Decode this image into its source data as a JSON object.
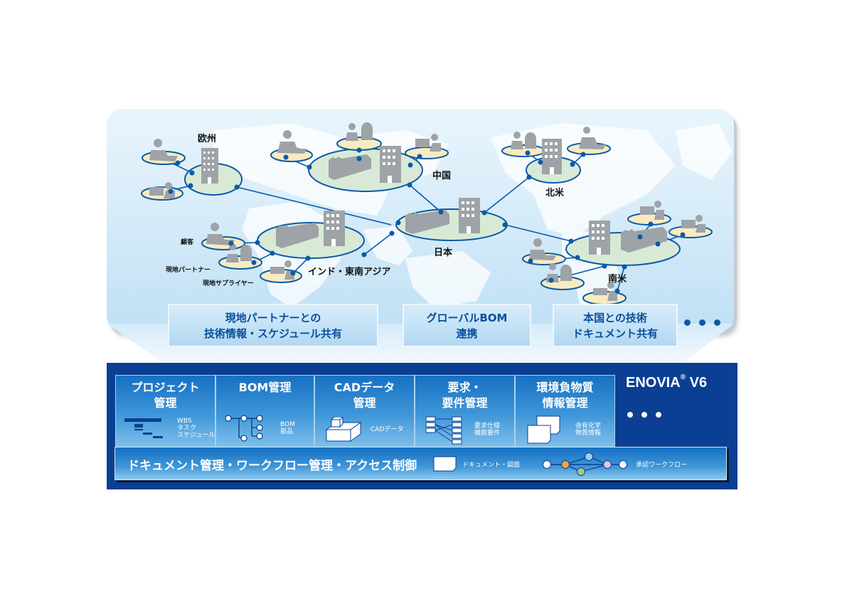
{
  "map": {
    "regions": [
      {
        "id": "europe",
        "label": "欧州"
      },
      {
        "id": "china",
        "label": "中国"
      },
      {
        "id": "north_america",
        "label": "北米"
      },
      {
        "id": "japan",
        "label": "日本"
      },
      {
        "id": "india_sea",
        "label": "インド・東南アジア"
      },
      {
        "id": "south_america",
        "label": "南米"
      }
    ],
    "node_labels": {
      "customer": "顧客",
      "local_partner": "現地パートナー",
      "local_supplier": "現地サプライヤー"
    },
    "colors": {
      "network_line": "#0a5aa8",
      "hub_fill": "#d8ead6",
      "satellite_fill": "#f8ebc0",
      "building": "#9ea3a8"
    }
  },
  "callouts": [
    {
      "lines": [
        "現地パートナーとの",
        "技術情報・スケジュール共有"
      ]
    },
    {
      "lines": [
        "グローバルBOM",
        "連携"
      ]
    },
    {
      "lines": [
        "本国との技術",
        "ドキュメント共有"
      ]
    }
  ],
  "callouts_more_color": "#0a5aa8",
  "enovia": {
    "brand": "ENOVIA",
    "brand_mark": "®",
    "brand_version": "V6",
    "modules": [
      {
        "title": [
          "プロジェクト",
          "管理"
        ],
        "caption": [
          "WBS",
          "タスク",
          "スケジュール"
        ],
        "icon": "gantt-icon"
      },
      {
        "title": [
          "BOM管理"
        ],
        "caption": [
          "BOM",
          "部品"
        ],
        "icon": "bom-tree-icon"
      },
      {
        "title": [
          "CADデータ",
          "管理"
        ],
        "caption": [
          "CADデータ"
        ],
        "icon": "cad-block-icon"
      },
      {
        "title": [
          "要求・",
          "要件管理"
        ],
        "caption": [
          "要求仕様",
          "機能要件"
        ],
        "icon": "requirement-map-icon"
      },
      {
        "title": [
          "環境負物質",
          "情報管理"
        ],
        "caption": [
          "含有化学",
          "物質情報"
        ],
        "icon": "documents-icon"
      }
    ],
    "base": {
      "title": "ドキュメント管理・ワークフロー管理・アクセス制御",
      "doc_caption": "ドキュメント・図面",
      "workflow_caption": "承認ワークフロー",
      "workflow_colors": [
        "#ffffff",
        "#f4a640",
        "#9dd0f0",
        "#9ccc8a",
        "#d8c6e4",
        "#ffffff"
      ]
    },
    "colors": {
      "panel": "#0b3f93",
      "module_top": "#1670c2",
      "module_bottom": "#7fc0ec"
    }
  }
}
